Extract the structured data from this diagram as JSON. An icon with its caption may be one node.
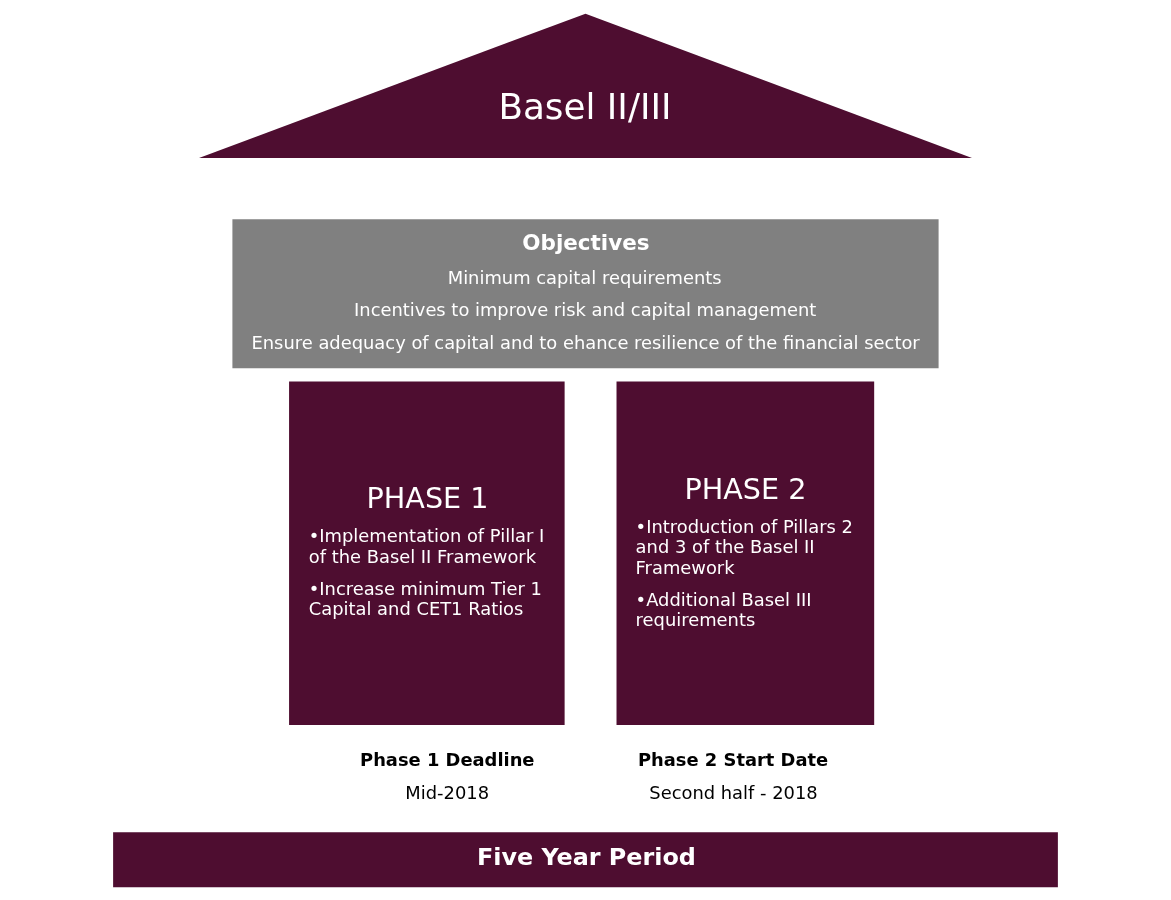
{
  "diagram": {
    "nodes": [
      {
        "text": [
          "Basel II/III"
        ]
      },
      {
        "text": [
          "Objectives",
          "Minimum capital requirements",
          "Incentives to improve risk and capital management",
          "Ensure adequacy of capital and to ehance resilience of the financial sector"
        ]
      },
      {
        "text": [
          "PHASE 1",
          "•Implementation of Pillar I of the Basel II Framework",
          "•Increase minimum Tier 1 Capital and CET1 Ratios"
        ]
      },
      {
        "text": [
          "PHASE 2",
          "•Introduction of Pillars 2 and 3 of the Basel II Framework",
          "•Additional Basel III requirements"
        ]
      },
      {
        "text": [
          "Phase 1 Deadline",
          "Mid-2018"
        ]
      },
      {
        "text": [
          "Phase 2 Start Date",
          "Second half - 2018"
        ]
      },
      {
        "text": [
          "Five Year Period"
        ]
      }
    ],
    "edges": []
  }
}
